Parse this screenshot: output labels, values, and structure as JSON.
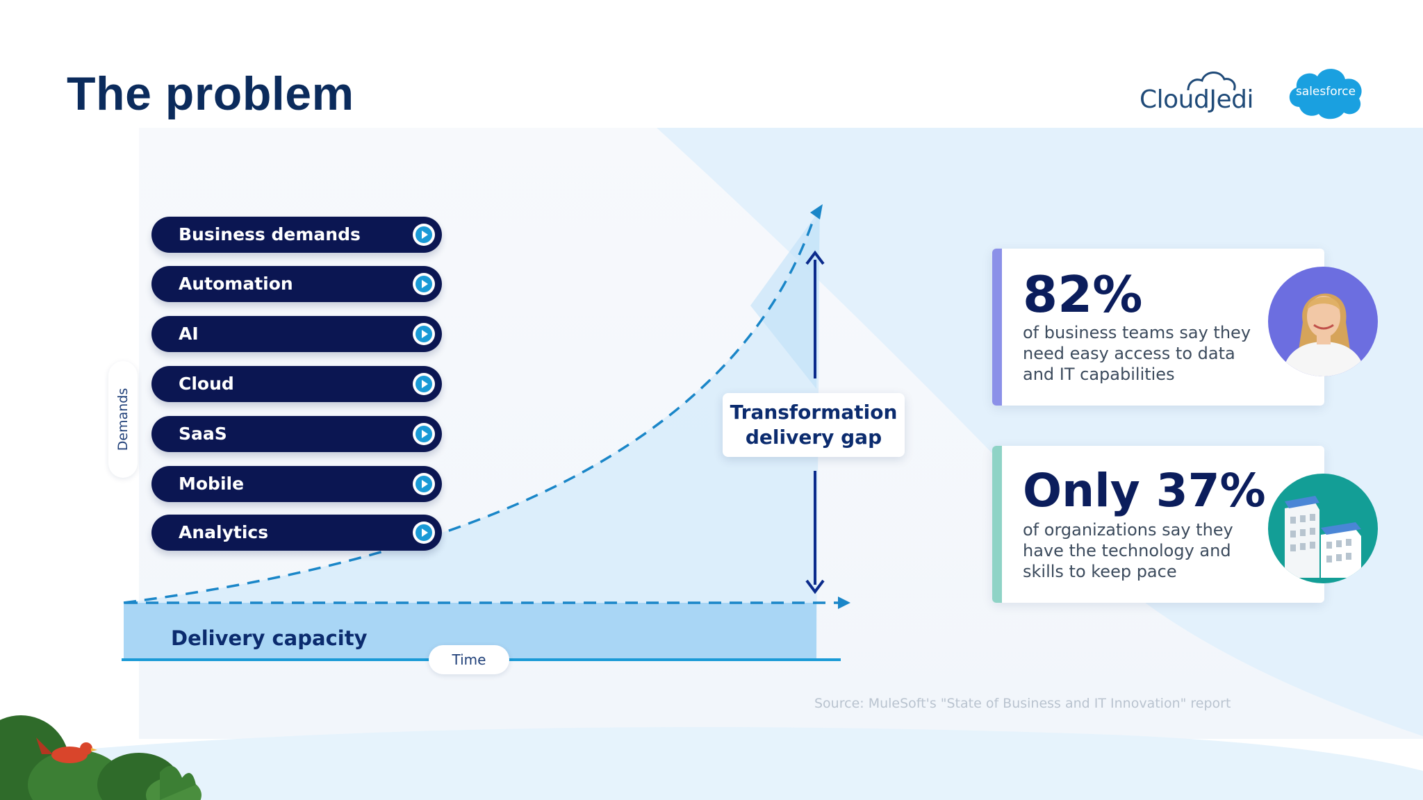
{
  "slide": {
    "title": "The problem"
  },
  "logos": {
    "cloudjedi": "CloudJedi",
    "salesforce": "salesforce"
  },
  "diagram": {
    "demands": [
      "Business demands",
      "Automation",
      "AI",
      "Cloud",
      "SaaS",
      "Mobile",
      "Analytics"
    ],
    "y_axis_label": "Demands",
    "x_axis_label": "Time",
    "gap_label": "Transformation\ndelivery gap",
    "capacity_label": "Delivery capacity"
  },
  "stats": [
    {
      "value": "82%",
      "description": "of business teams say they need easy access to data and IT capabilities",
      "accent_color": "#8b90e8",
      "image": "woman-portrait"
    },
    {
      "value": "Only 37%",
      "description": "of organizations say they have the technology and skills to keep pace",
      "accent_color": "#8fd3c6",
      "image": "buildings"
    }
  ],
  "source": "Source: MuleSoft's \"State of Business and IT Innovation\" report",
  "colors": {
    "title": "#0b2b5c",
    "pill": "#0b1652",
    "accent_blue": "#1a9ad6",
    "arrow": "#0b2b8c"
  }
}
